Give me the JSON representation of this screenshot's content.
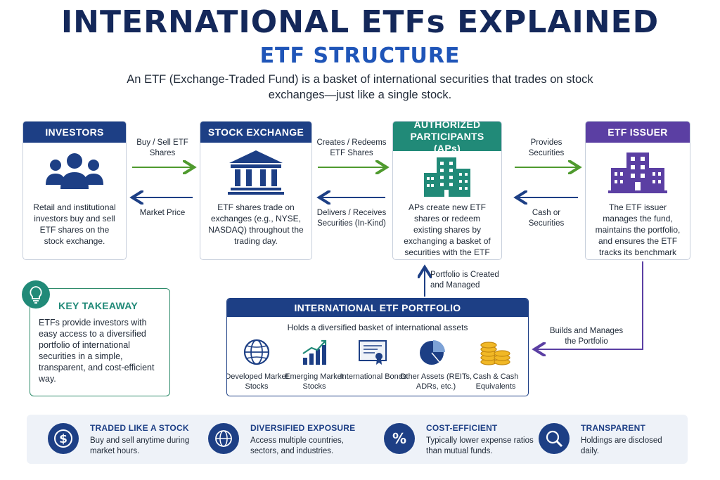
{
  "title": "INTERNATIONAL ETFs EXPLAINED",
  "subtitle": "ETF STRUCTURE",
  "intro": "An ETF (Exchange-Traded Fund) is a basket of international securities that trades on stock exchanges—just like a single stock.",
  "cards": {
    "investors": {
      "title": "INVESTORS",
      "body": "Retail and institutional investors buy and sell ETF shares on the stock exchange.",
      "color": "#1d3f85",
      "icon": "people-icon"
    },
    "exchange": {
      "title": "STOCK EXCHANGE",
      "body": "ETF shares trade on exchanges (e.g., NYSE, NASDAQ) throughout the trading day.",
      "color": "#1d3f85",
      "icon": "bank-building-icon"
    },
    "aps": {
      "title": "AUTHORIZED PARTICIPANTS (APs)",
      "body": "APs create new ETF shares or redeem existing shares by exchanging a basket of securities with the ETF issuer.",
      "color": "#218a78",
      "icon": "office-building-icon"
    },
    "issuer": {
      "title": "ETF ISSUER",
      "body": "The ETF issuer manages the fund, maintains the portfolio, and ensures the ETF tracks its benchmark index.",
      "color": "#5b3fa3",
      "icon": "office-building-icon"
    }
  },
  "flows": {
    "buy_sell": "Buy / Sell ETF Shares",
    "market_price": "Market Price",
    "creates_redeems": "Creates / Redeems ETF Shares",
    "delivers_receives": "Delivers / Receives Securities (In-Kind)",
    "provides": "Provides Securities",
    "cash_or": "Cash or Securities",
    "portfolio_created": "Portfolio is Created and Managed",
    "builds_manages": "Builds and Manages the Portfolio"
  },
  "takeaway": {
    "title": "KEY TAKEAWAY",
    "body": "ETFs provide investors with easy access to a diversified portfolio of international securities in a simple, transparent, and cost-efficient way.",
    "icon": "lightbulb-icon"
  },
  "portfolio": {
    "title": "INTERNATIONAL ETF PORTFOLIO",
    "subtitle": "Holds a diversified basket of international assets",
    "assets": [
      {
        "label": "Developed Market Stocks",
        "icon": "globe-icon"
      },
      {
        "label": "Emerging Market Stocks",
        "icon": "growth-chart-icon"
      },
      {
        "label": "International Bonds",
        "icon": "certificate-icon"
      },
      {
        "label": "Other Assets (REITs, ADRs, etc.)",
        "icon": "pie-chart-icon"
      },
      {
        "label": "Cash & Cash Equivalents",
        "icon": "coins-icon"
      }
    ]
  },
  "features": [
    {
      "title": "TRADED LIKE A STOCK",
      "desc": "Buy and sell anytime during market hours.",
      "icon": "dollar-icon"
    },
    {
      "title": "DIVERSIFIED EXPOSURE",
      "desc": "Access multiple countries, sectors, and industries.",
      "icon": "globe-icon"
    },
    {
      "title": "COST-EFFICIENT",
      "desc": "Typically lower expense ratios than mutual funds.",
      "icon": "percent-icon"
    },
    {
      "title": "TRANSPARENT",
      "desc": "Holdings are disclosed daily.",
      "icon": "magnifier-icon"
    }
  ],
  "colors": {
    "navy": "#1d3f85",
    "teal": "#218a78",
    "purple": "#5b3fa3",
    "green_arrow": "#4f9a2e",
    "title_navy": "#14285a",
    "subtitle_blue": "#1f55b8"
  }
}
